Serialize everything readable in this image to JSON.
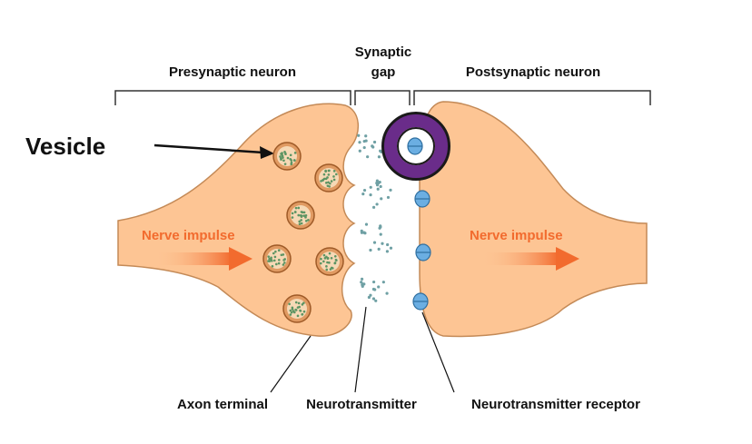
{
  "labels": {
    "presynaptic": "Presynaptic neuron",
    "synaptic_gap_line1": "Synaptic",
    "synaptic_gap_line2": "gap",
    "postsynaptic": "Postsynaptic neuron",
    "vesicle": "Vesicle",
    "nerve_impulse_left": "Nerve impulse",
    "nerve_impulse_right": "Nerve impulse",
    "axon_terminal": "Axon terminal",
    "neurotransmitter": "Neurotransmitter",
    "neurotransmitter_receptor": "Neurotransmitter receptor"
  },
  "colors": {
    "neuron_fill": "#FDC594",
    "neuron_stroke": "#C48A57",
    "impulse_text": "#F26B2E",
    "impulse_arrow": "#F26B2E",
    "vesicle_fill": "#E09A62",
    "vesicle_stroke": "#9E5A27",
    "vesicle_dots": "#5C9463",
    "neurotransmitter_dots": "#6FA0A4",
    "receptor_fill": "#6BAEE2",
    "receptor_stroke": "#2F6FA0",
    "highlight_ring": "#6A2C8A"
  },
  "icons": {
    "vesicle": "vesicle-icon",
    "receptor": "receptor-icon",
    "highlight": "highlight-ring-icon"
  }
}
